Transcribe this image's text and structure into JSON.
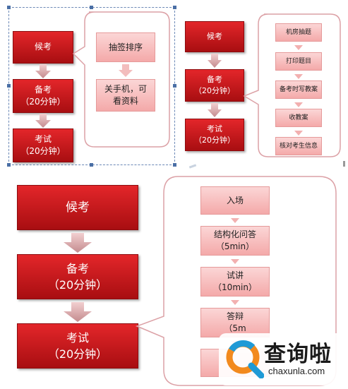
{
  "top_left": {
    "stages": [
      {
        "line1": "候考",
        "line2": ""
      },
      {
        "line1": "备考",
        "line2": "（20分钟）"
      },
      {
        "line1": "考试",
        "line2": "（20分钟）"
      }
    ],
    "callout_items": [
      {
        "line1": "抽签排序",
        "line2": ""
      },
      {
        "line1": "关手机，可",
        "line2": "看资料"
      }
    ]
  },
  "top_right": {
    "stages": [
      {
        "line1": "候考",
        "line2": ""
      },
      {
        "line1": "备考",
        "line2": "（20分钟）"
      },
      {
        "line1": "考试",
        "line2": "（20分钟）"
      }
    ],
    "callout_items": [
      "机房抽题",
      "打印题目",
      "备考时写教案",
      "收教案",
      "核对考生信息"
    ]
  },
  "bottom": {
    "stages": [
      {
        "line1": "候考",
        "line2": ""
      },
      {
        "line1": "备考",
        "line2": "（20分钟）"
      },
      {
        "line1": "考试",
        "line2": "（20分钟）"
      }
    ],
    "callout_items": [
      {
        "line1": "入场",
        "line2": ""
      },
      {
        "line1": "结构化问答",
        "line2": "（5min）"
      },
      {
        "line1": "试讲",
        "line2": "（10min）"
      },
      {
        "line1": "答辩",
        "line2": "（5m"
      },
      {
        "line1": "",
        "line2": ""
      }
    ]
  },
  "watermark": {
    "brand": "查询啦",
    "url": "chaxunla.com"
  },
  "colors": {
    "stage_red": "#c8161b",
    "callout_pink": "#f6b9b9",
    "watermark_blue": "#1f9ad6",
    "watermark_orange": "#f28a1e"
  }
}
